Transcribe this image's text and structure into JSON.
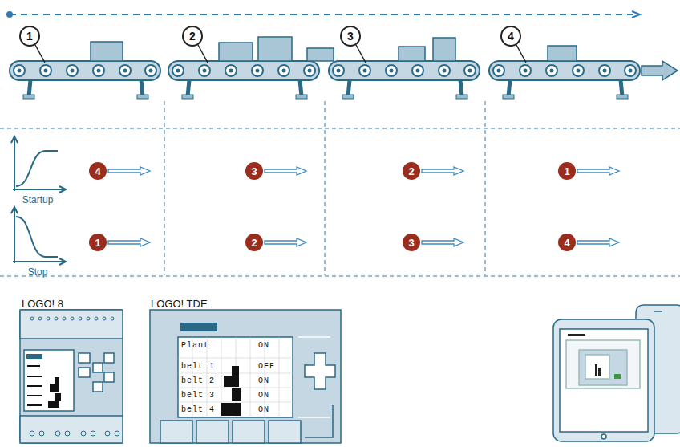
{
  "diagram": {
    "nodes": [
      {
        "text": [
          "1"
        ]
      },
      {
        "text": [
          "2"
        ]
      },
      {
        "text": [
          "3"
        ]
      },
      {
        "text": [
          "4"
        ]
      },
      {
        "text": [
          "4"
        ]
      },
      {
        "text": [
          "3"
        ]
      },
      {
        "text": [
          "2"
        ]
      },
      {
        "text": [
          "1"
        ]
      },
      {
        "text": [
          "1"
        ]
      },
      {
        "text": [
          "2"
        ]
      },
      {
        "text": [
          "3"
        ]
      },
      {
        "text": [
          "4"
        ]
      }
    ],
    "labels": [
      "Startup",
      "Stop",
      "LOGO! 8",
      "LOGO! TDE",
      "Plant",
      "ON",
      "belt 1",
      "OFF",
      "belt 2",
      "ON",
      "belt 3",
      "ON",
      "belt 4",
      "ON"
    ]
  }
}
